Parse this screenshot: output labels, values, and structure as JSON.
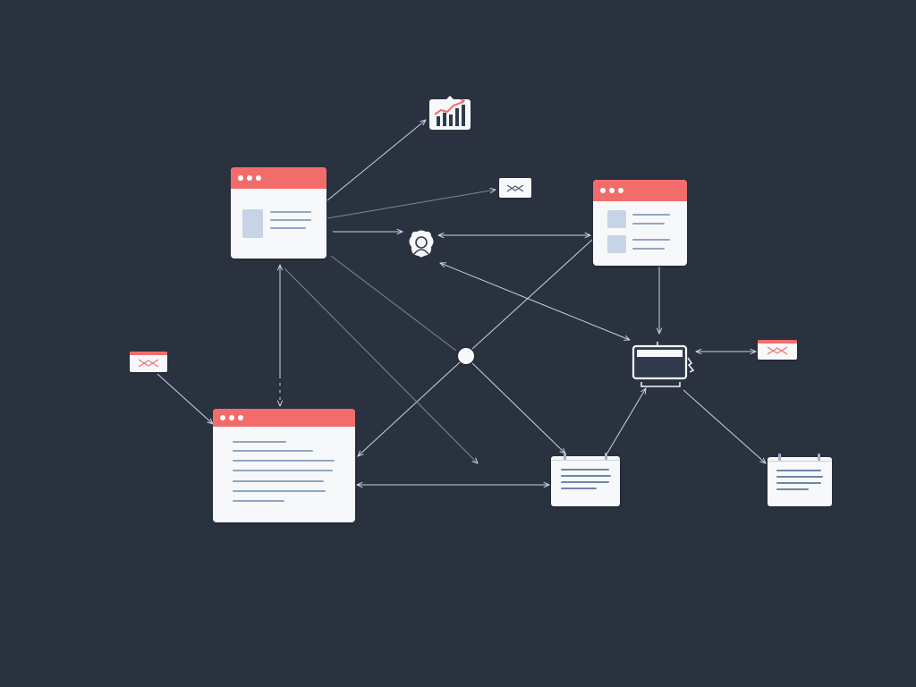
{
  "diagram": {
    "colors": {
      "background": "#2a3240",
      "accent": "#f26c6b",
      "card": "#f7f8fa",
      "text_line": "#8fa6c2",
      "connector": "#c9d3e0"
    },
    "nodes": [
      {
        "id": "window-top-left",
        "kind": "browser-window",
        "icon": "window-icon"
      },
      {
        "id": "window-top-right",
        "kind": "browser-window",
        "icon": "window-icon"
      },
      {
        "id": "window-bottom-left",
        "kind": "browser-window",
        "icon": "window-icon"
      },
      {
        "id": "chart-card",
        "kind": "bar-chart",
        "icon": "bar-chart-icon"
      },
      {
        "id": "mail-top",
        "kind": "envelope",
        "icon": "mail-icon"
      },
      {
        "id": "mail-left",
        "kind": "envelope",
        "icon": "mail-icon"
      },
      {
        "id": "mail-right",
        "kind": "envelope",
        "icon": "mail-icon"
      },
      {
        "id": "user-avatar",
        "kind": "user",
        "icon": "user-icon"
      },
      {
        "id": "hub-node",
        "kind": "hub",
        "icon": "circle-node-icon"
      },
      {
        "id": "monitor",
        "kind": "device",
        "icon": "monitor-icon"
      },
      {
        "id": "calendar-center",
        "kind": "document",
        "icon": "calendar-doc-icon"
      },
      {
        "id": "calendar-right",
        "kind": "document",
        "icon": "calendar-doc-icon"
      }
    ]
  }
}
